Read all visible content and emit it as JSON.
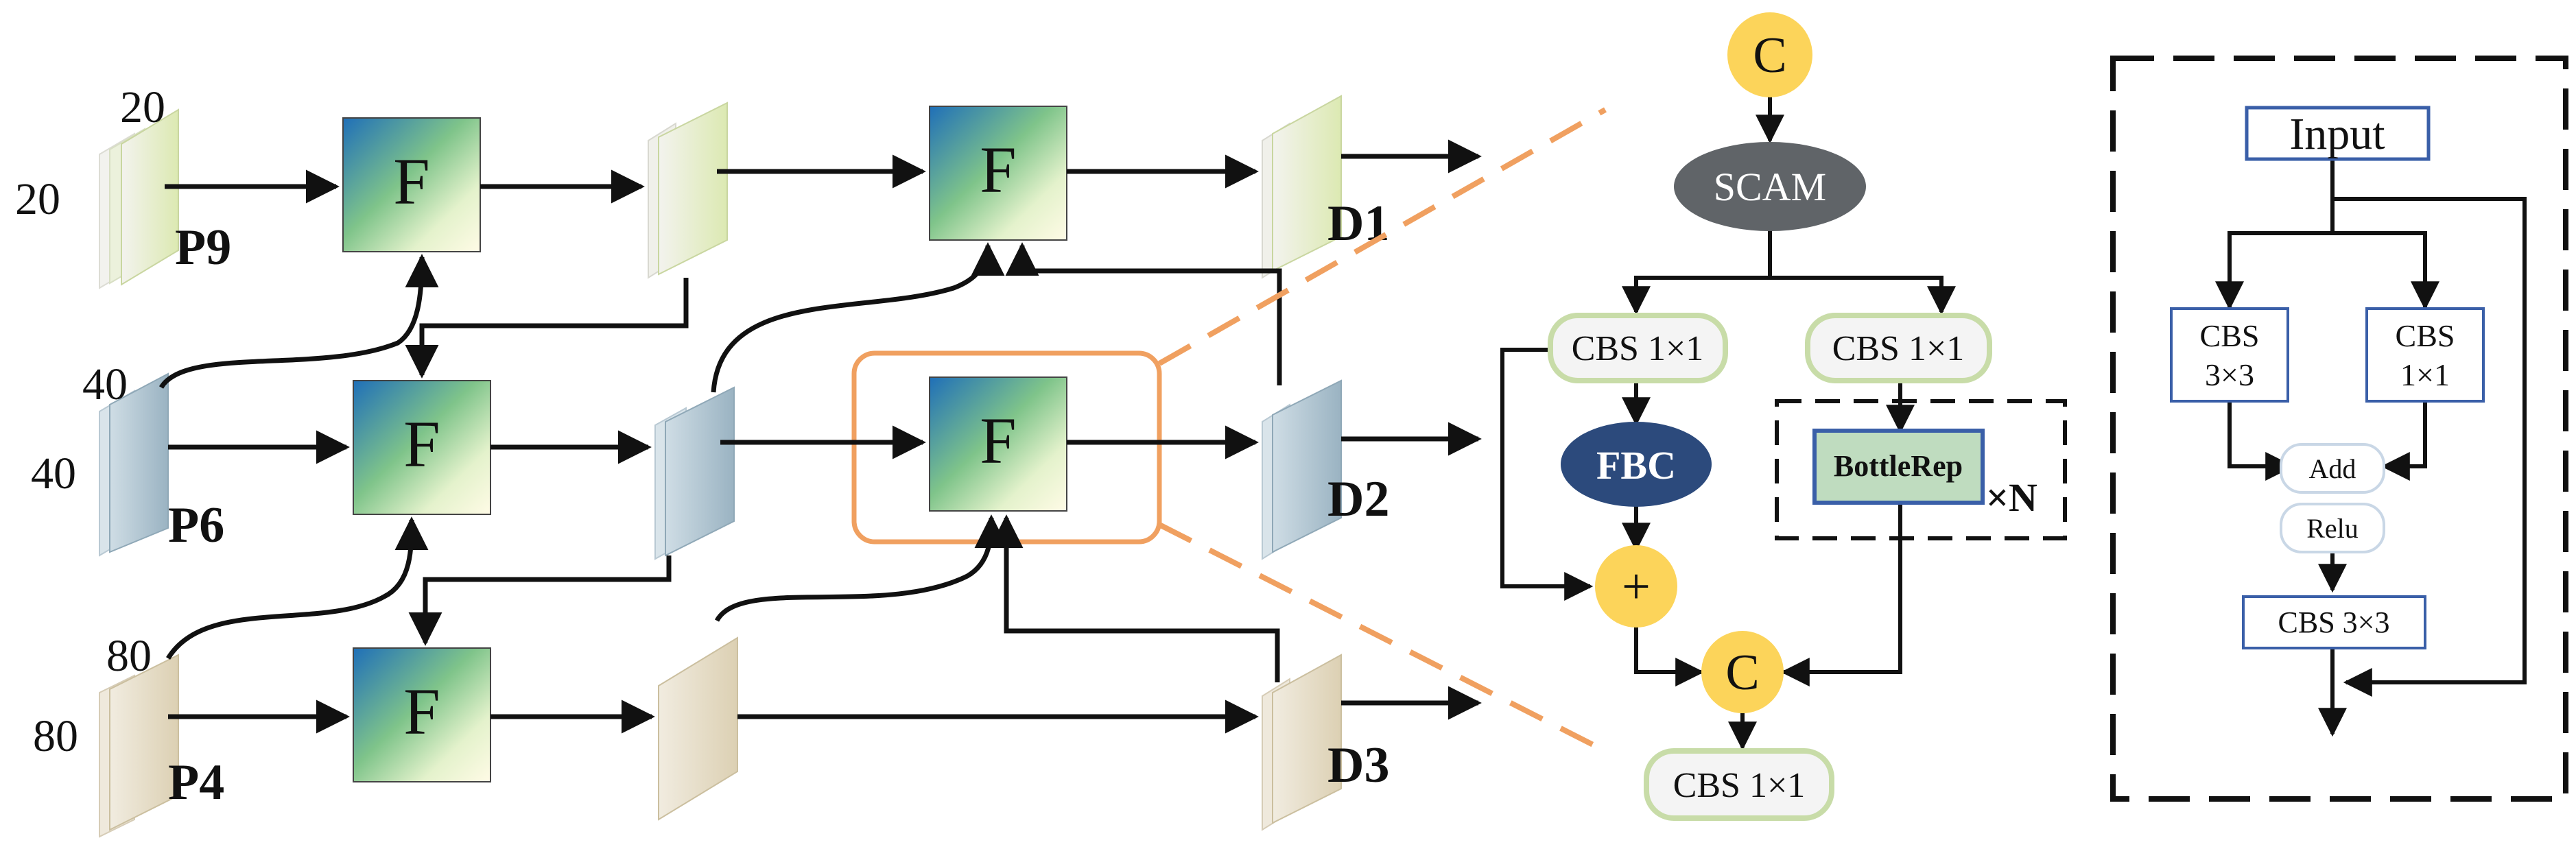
{
  "neck": {
    "inputs": [
      {
        "name": "P9",
        "size_top": "20",
        "size_left": "20"
      },
      {
        "name": "P6",
        "size_top": "40",
        "size_left": "40"
      },
      {
        "name": "P4",
        "size_top": "80",
        "size_left": "80"
      }
    ],
    "outputs": [
      "D1",
      "D2",
      "D3"
    ],
    "fusion_label": "F"
  },
  "fusion_detail": {
    "concat_top": "C",
    "scam": "SCAM",
    "cbs_left": "CBS 1×1",
    "cbs_right": "CBS 1×1",
    "fbc": "FBC",
    "add": "+",
    "bottlerep": "BottleRep",
    "repeat": "×N",
    "concat_bottom": "C",
    "cbs_out": "CBS 1×1"
  },
  "bottlerep_detail": {
    "input": "Input",
    "cbs3_line1": "CBS",
    "cbs3_line2": "3×3",
    "cbs1_line1": "CBS",
    "cbs1_line2": "1×1",
    "add": "Add",
    "relu": "Relu",
    "cbs_out": "CBS 3×3"
  },
  "colors": {
    "p9_layer": "#e3edc0",
    "p6_layer": "#a9c0cc",
    "p4_layer": "#e6dcc4",
    "highlight": "#f0a060",
    "concat_fill": "#fcd45a",
    "scam_fill": "#606468",
    "fbc_fill": "#2c4a7c",
    "cbs_border": "#c8dca8",
    "bottlerep_fill": "#bfdcbf",
    "detail_border": "#3a5fa8"
  }
}
